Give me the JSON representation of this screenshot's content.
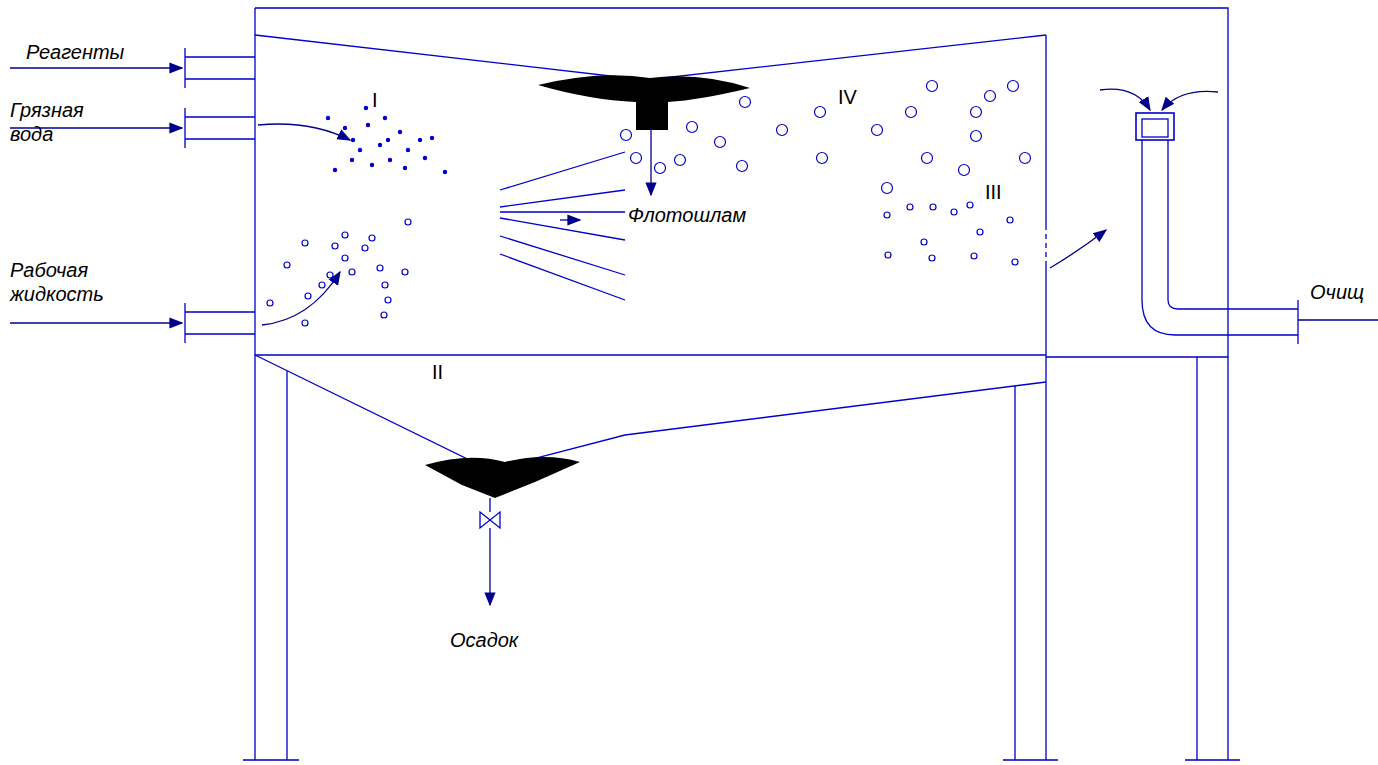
{
  "diagram": {
    "labels": [
      "Реагенты",
      "Грязная вода",
      "Рабочая жидкость",
      "I",
      "II",
      "III",
      "IV",
      "Флотошлам",
      "Осадок",
      "Очищ"
    ]
  }
}
